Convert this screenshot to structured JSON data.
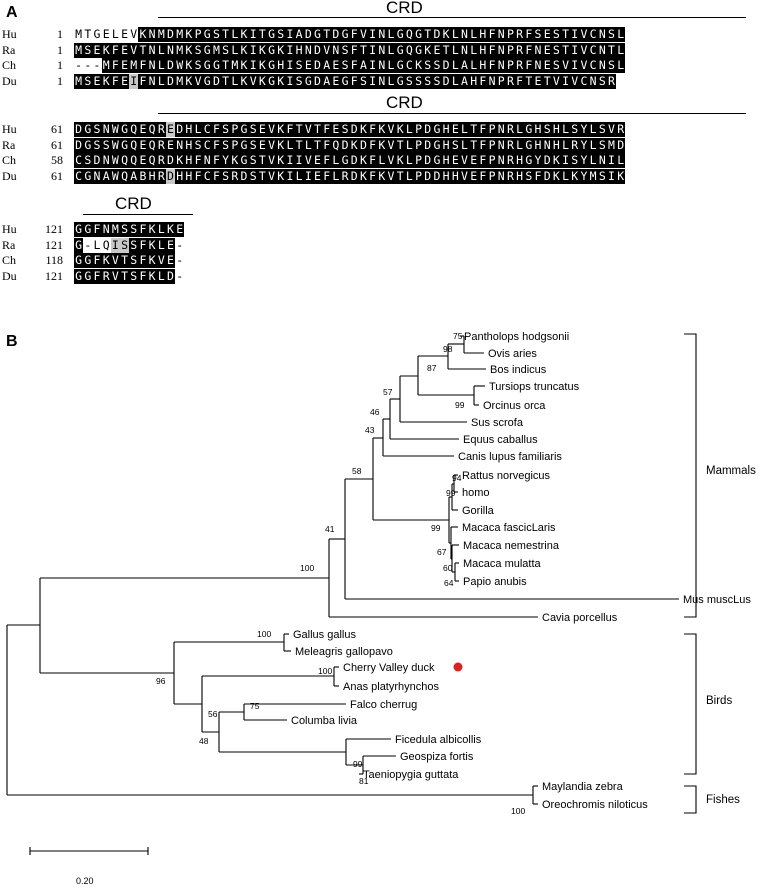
{
  "panel_a": {
    "label": "A",
    "blocks": [
      {
        "domain_label": "CRD",
        "rows": [
          {
            "species": "Hu",
            "start": "1",
            "seq": "MTGELEVKNMDMKPGSTLKITGSIADGTDGFVINLGQGTDKLNLHFNPRFSESTIVCNSL",
            "mask": "WWWWWWWBBBBBBBBBBBBBBBBBBBBBBBBBBBBBBBBBBBBBBBBBBBBBBBBBBBBB"
          },
          {
            "species": "Ra",
            "start": "1",
            "seq": "MSEKFEVTNLNMKSGMSLKIKGKIHNDVNSFTINLGQGKETLNLHFNPRFNESTIVCNTL",
            "mask": "BBBBBBBBBBBBBBBBBBBBBBBBBBBBBBBBBBBBBBBBBBBBBBBBBBBBBBBBBBBB"
          },
          {
            "species": "Ch",
            "start": "1",
            "seq": "---MFEMFNLDWKSGGTMKIKGHISEDAESFAINLGCKSSDLALHFNPRFNESVIVCNSL",
            "mask": "WWWBBBBBBBBBBBBBBBBBBBBBBBBBBBBBBBBBBBBBBBBBBBBBBBBBBBBBBBBB"
          },
          {
            "species": "Du",
            "start": "1",
            "seq": "MSEKFEIFNLDMKVGDTLKVKGKISGDAEGFSINLGSSSSDLAHFNPRFTETVIVCNSR",
            "mask": "BBBBBBGBBBBBBBBBBBBBBBBBBBBBBBBBBBBBBBBBBBBBBBBBBBBBBBBBBBB"
          }
        ]
      },
      {
        "domain_label": "CRD",
        "rows": [
          {
            "species": "Hu",
            "start": "61",
            "seq": "DGSNWGQEQREDHLCFSPGSEVKFTVTFESDKFKVKLPDGHELTFPNRLGHSHLSYLSVR",
            "mask": "BBBBBBBBBBGBBBBBBBBBBBBBBBBBBBBBBBBBBBBBBBBBBBBBBBBBBBBBBBBB"
          },
          {
            "species": "Ra",
            "start": "61",
            "seq": "DGSSWGQEQRENHSCFSPGSEVKLTLTFQDKDFKVTLPDGHSLTFPNRLGHNHLRYLSMD",
            "mask": "BBBBBBBBBBBBBBBBBBBBBBBBBBBBBBBBBBBBBBBBBBBBBBBBBBBBBBBBBBBB"
          },
          {
            "species": "Ch",
            "start": "58",
            "seq": "CSDNWQQEQRDKHFNFYKGSTVKIIVEFLGDKFLVKLPDGHEVEFPNRHGYDKISYLNIL",
            "mask": "BBBBBBBBBBBBBBBBBBBBBBBBBBBBBBBBBBBBBBBBBBBBBBBBBBBBBBBBBBBB"
          },
          {
            "species": "Du",
            "start": "61",
            "seq": "CGNAWQABHRDHHFCFSRDSTVKILIEFLRDKFKVTLPDDHHVEFPNRHSFDKLKYMSIK",
            "mask": "BBBBBBBBBBGBBBBBBBBBBBBBBBBBBBBBBBBBBBBBBBBBBBBBBBBBBBBBBBBB"
          }
        ]
      },
      {
        "domain_label": "CRD",
        "rows": [
          {
            "species": "Hu",
            "start": "121",
            "seq": "GGFNMSSFKLKE",
            "mask": "BBBBBBBBBBBB"
          },
          {
            "species": "Ra",
            "start": "121",
            "seq": "G-LQISSFKLE-",
            "mask": "BWWWGGBBBBBW"
          },
          {
            "species": "Ch",
            "start": "118",
            "seq": "GGFKVTSFKVE-",
            "mask": "BBBBBBBBBBBW"
          },
          {
            "species": "Du",
            "start": "121",
            "seq": "GGFRVTSFKLD-",
            "mask": "BBBBBBBBBBBW"
          }
        ]
      }
    ]
  },
  "panel_b": {
    "label": "B",
    "taxa": [
      "Pantholops hodgsonii",
      "Ovis aries",
      "Bos indicus",
      "Tursiops truncatus",
      "Orcinus orca",
      "Sus scrofa",
      "Equus caballus",
      "Canis lupus familiaris",
      "Rattus norvegicus",
      "homo",
      "Gorilla",
      "Macaca fascicLaris",
      "Macaca nemestrina",
      "Macaca mulatta",
      "Papio anubis",
      "Mus muscLus",
      "Cavia porcellus",
      "Gallus gallus",
      "Meleagris gallopavo",
      "Cherry Valley duck",
      "Anas platyrhynchos",
      "Falco cherrug",
      "Columba livia",
      "Ficedula albicollis",
      "Geospiza fortis",
      "Taeniopygia guttata",
      "Maylandia zebra",
      "Oreochromis niloticus"
    ],
    "bootstrap": [
      "75",
      "98",
      "87",
      "99",
      "57",
      "46",
      "43",
      "58",
      "94",
      "99",
      "99",
      "67",
      "60",
      "64",
      "41",
      "100",
      "100",
      "100",
      "96",
      "75",
      "56",
      "48",
      "99",
      "81",
      "100"
    ],
    "groups": [
      "Mammals",
      "Birds",
      "Fishes"
    ],
    "highlight_color": "#e02020",
    "scale_bar": "0.20"
  }
}
